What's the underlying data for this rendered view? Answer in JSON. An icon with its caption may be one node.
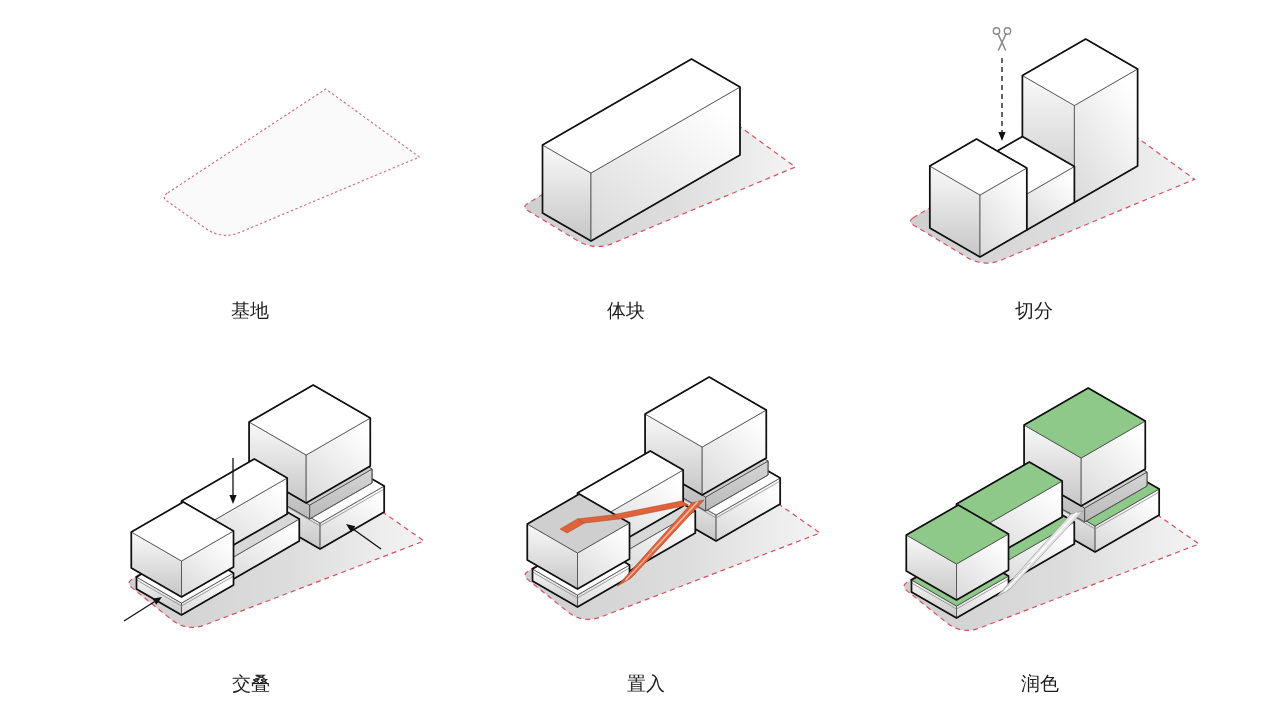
{
  "diagram": {
    "labels": [
      "基地",
      "体块",
      "切分",
      "交叠",
      "置入",
      "润色"
    ]
  }
}
